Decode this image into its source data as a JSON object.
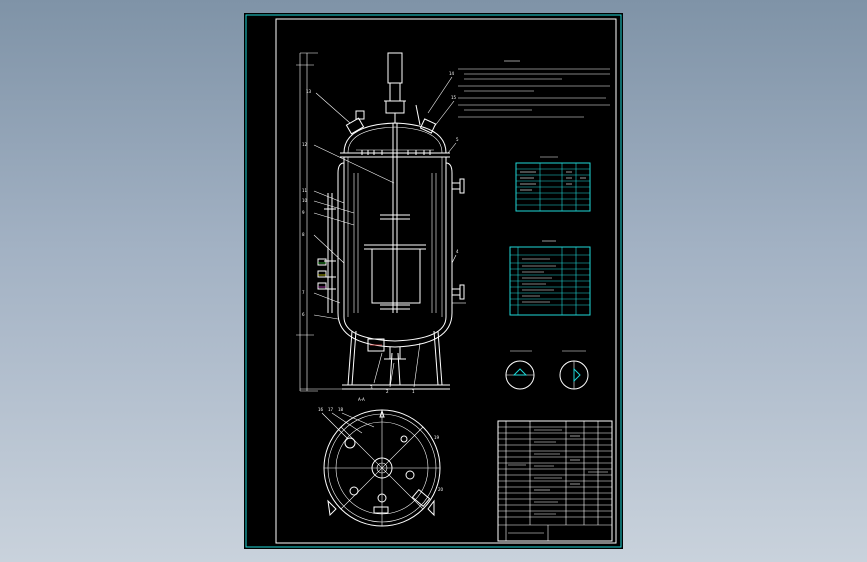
{
  "drawing": {
    "section_mark": "A-A"
  },
  "callouts": [
    "13",
    "14",
    "15",
    "12",
    "11",
    "10",
    "9",
    "8",
    "7",
    "6",
    "5",
    "4",
    "3",
    "2",
    "1",
    "16",
    "17",
    "18",
    "19",
    "20"
  ],
  "colors": {
    "sheet": "#000000",
    "frame": "#1fd7d7",
    "linework": "#ffffff",
    "background_top": "#7f93a7",
    "background_bottom": "#c9d2dc"
  }
}
